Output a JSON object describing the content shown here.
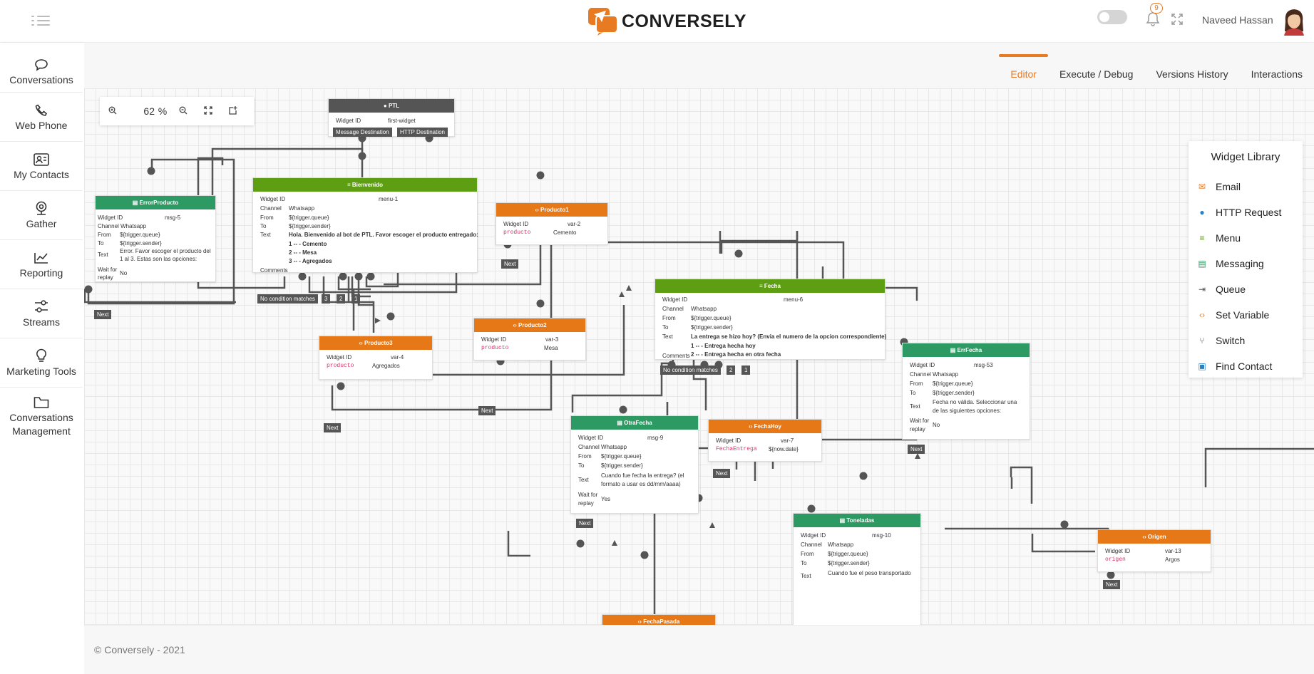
{
  "header": {
    "brand": "CONVERSELY",
    "notifications": "9",
    "user_name": "Naveed Hassan"
  },
  "sidebar": {
    "items": [
      {
        "label": "Conversations",
        "icon": "chat-bubble-icon"
      },
      {
        "label": "Web Phone",
        "icon": "phone-icon"
      },
      {
        "label": "My Contacts",
        "icon": "contact-card-icon"
      },
      {
        "label": "Gather",
        "icon": "webcam-icon"
      },
      {
        "label": "Reporting",
        "icon": "line-chart-icon"
      },
      {
        "label": "Streams",
        "icon": "sliders-icon"
      },
      {
        "label": "Marketing Tools",
        "icon": "lightbulb-icon"
      },
      {
        "label": "Conversations",
        "label2": "Management",
        "icon": "folder-icon"
      }
    ]
  },
  "tabs": [
    "Editor",
    "Execute / Debug",
    "Versions History",
    "Interactions"
  ],
  "zoom": {
    "value": "62",
    "unit": "%"
  },
  "widget_library": {
    "title": "Widget Library",
    "items": [
      {
        "label": "Email",
        "icon": "email-icon",
        "color": "#e87a22"
      },
      {
        "label": "HTTP Request",
        "icon": "globe-icon",
        "color": "#2a7fc1"
      },
      {
        "label": "Menu",
        "icon": "menu-icon",
        "color": "#5d9e12"
      },
      {
        "label": "Messaging",
        "icon": "message-icon",
        "color": "#2d9a64"
      },
      {
        "label": "Queue",
        "icon": "queue-icon",
        "color": "#555555"
      },
      {
        "label": "Set Variable",
        "icon": "code-icon",
        "color": "#e87a22"
      },
      {
        "label": "Switch",
        "icon": "switch-icon",
        "color": "#555555"
      },
      {
        "label": "Find Contact",
        "icon": "contact-card-icon",
        "color": "#2a7fc1"
      }
    ]
  },
  "labels": {
    "widget_id": "Widget ID",
    "channel": "Channel",
    "from": "From",
    "to": "To",
    "text": "Text",
    "comments": "Comments",
    "wait_for": "Wait for",
    "replay": "replay",
    "next": "Next",
    "no_condition": "No condition matches",
    "trigger_queue": "${trigger.queue}",
    "trigger_sender": "${trigger.sender}",
    "whatsapp": "Whatsapp"
  },
  "nodes": {
    "ptl": {
      "title": "PTL",
      "widget_id": "first-widget",
      "ports": [
        "Message Destination",
        "HTTP Destination"
      ]
    },
    "bienvenido": {
      "title": "Bienvenido",
      "widget_id": "menu-1",
      "text": "Hola. Bienvenido al bot de PTL. Favor escoger el producto entregado:",
      "options": [
        "1 -- - Cemento",
        "2 -- - Mesa",
        "3 -- - Agregados"
      ],
      "ports": [
        "3",
        "2",
        "1"
      ]
    },
    "error_producto": {
      "title": "ErrorProducto",
      "widget_id": "msg-5",
      "channel": "Channel Whatsapp",
      "text": "Error. Favor escoger el producto del",
      "text2": "1 al 3. Estas son las opciones:",
      "wait": "No"
    },
    "producto1": {
      "title": "Producto1",
      "widget_id": "var-2",
      "var": "producto",
      "value": "Cemento"
    },
    "producto2": {
      "title": "Producto2",
      "widget_id": "var-3",
      "var": "producto",
      "value": "Mesa"
    },
    "producto3": {
      "title": "Producto3",
      "widget_id": "var-4",
      "var": "producto",
      "value": "Agregados"
    },
    "fecha": {
      "title": "Fecha",
      "widget_id": "menu-6",
      "text": "La entrega se hizo hoy? (Envia el numero de la opcion correspondiente)",
      "options": [
        "1 -- - Entrega hecha hoy",
        "2 -- - Entrega hecha en otra fecha"
      ],
      "ports": [
        "2",
        "1"
      ]
    },
    "err_fecha": {
      "title": "ErrFecha",
      "widget_id": "msg-53",
      "channel": "Channel Whatsapp",
      "text": "Fecha no válida. Seleccionar una",
      "text2": "de las siguientes opciones:",
      "wait": "No"
    },
    "otra_fecha": {
      "title": "OtraFecha",
      "widget_id": "msg-9",
      "channel": "Channel Whatsapp",
      "text": "Cuando fue fecha la entrega? (el",
      "text2": "formato a usar es dd/mm/aaaa)",
      "wait": "Yes"
    },
    "fecha_hoy": {
      "title": "FechaHoy",
      "widget_id": "var-7",
      "var": "FechaEntrega",
      "value": "${now.date}"
    },
    "toneladas": {
      "title": "Toneladas",
      "widget_id": "msg-10",
      "text": "Cuando fue el peso transportado"
    },
    "origen": {
      "title": "Origen",
      "widget_id": "var-13",
      "var": "origen",
      "value": "Argos"
    },
    "fecha_pasada": {
      "title": "FechaPasada"
    }
  },
  "footer": "© Conversely - 2021",
  "colors": {
    "accent": "#e87a22",
    "green": "#2d9a64",
    "lime": "#5d9e12",
    "dark": "#555555"
  }
}
